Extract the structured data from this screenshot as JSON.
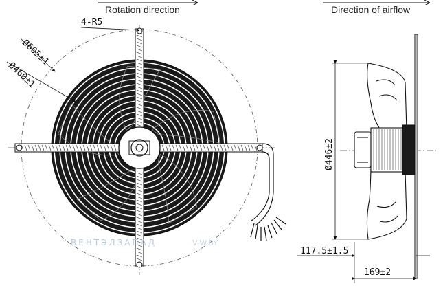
{
  "labels": {
    "rotation_direction": "Rotation direction",
    "airflow_direction": "Direction of airflow"
  },
  "dimensions": {
    "mounting": "4-R5",
    "outer_dia": "Ø605±1",
    "inner_dia": "Ø460±1",
    "fan_dia": "Ø446±2",
    "depth_hub": "117.5±1.5",
    "depth_total": "169±2"
  },
  "watermark": {
    "brand": "ВЕНТЭЛЗАПАД",
    "site": "V-W.BY"
  },
  "colors": {
    "line": "#111111",
    "fill_dark": "#1a1a1a",
    "blade": "#ffffff"
  }
}
